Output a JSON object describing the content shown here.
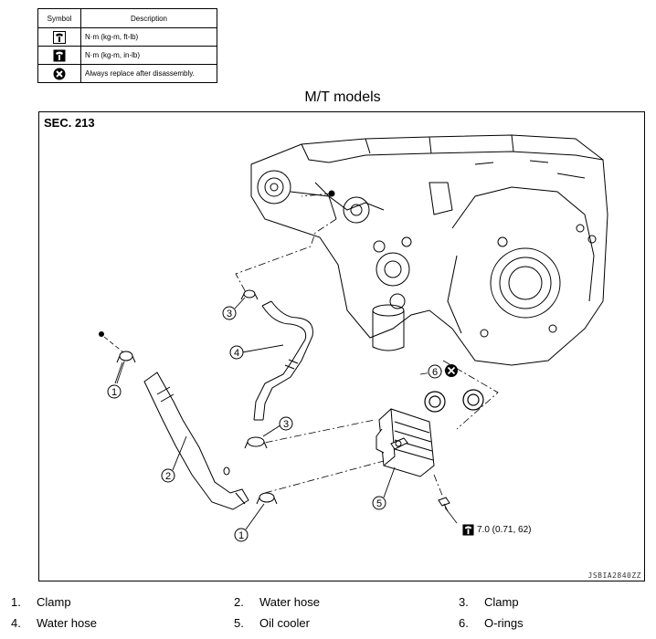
{
  "legend": {
    "header_symbol": "Symbol",
    "header_description": "Description",
    "rows": [
      {
        "icon": "torque-wrench-icon",
        "description": "N·m (kg-m, ft-lb)"
      },
      {
        "icon": "torque-wrench-inlb-icon",
        "description": "N·m (kg-m, in-lb)"
      },
      {
        "icon": "always-replace-icon",
        "description": "Always replace after disassembly."
      }
    ]
  },
  "model_title": "M/T models",
  "section_label": "SEC. 213",
  "image_code": "JSBIA2840ZZ",
  "callouts": {
    "c1a": "1",
    "c1b": "1",
    "c2": "2",
    "c3a": "3",
    "c3b": "3",
    "c4": "4",
    "c5": "5",
    "c6": "6"
  },
  "torque_spec": "7.0 (0.71, 62)",
  "parts": [
    {
      "num": "1.",
      "name": "Clamp"
    },
    {
      "num": "2.",
      "name": "Water hose"
    },
    {
      "num": "3.",
      "name": "Clamp"
    },
    {
      "num": "4.",
      "name": "Water hose"
    },
    {
      "num": "5.",
      "name": "Oil cooler"
    },
    {
      "num": "6.",
      "name": "O-rings"
    }
  ]
}
